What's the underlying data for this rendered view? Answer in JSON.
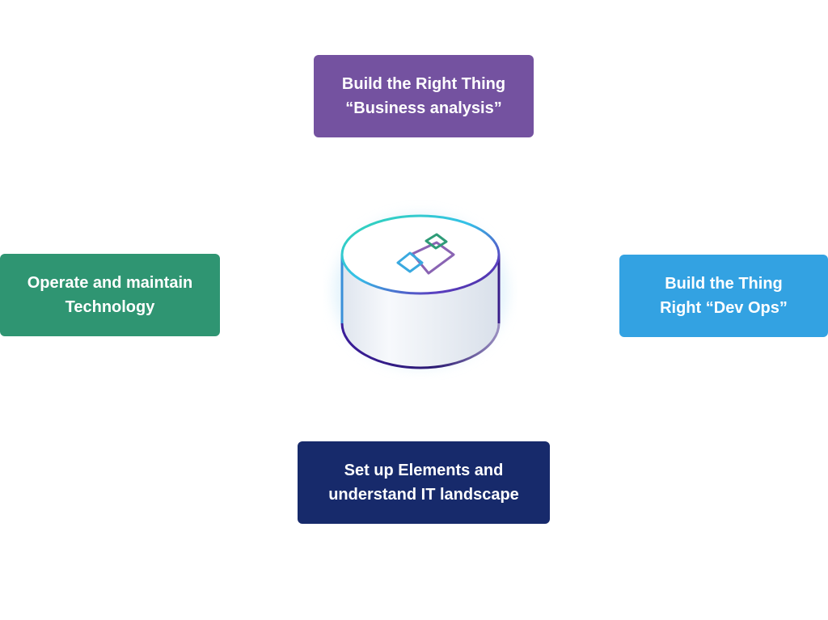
{
  "diagram": {
    "center": {
      "icon": "overlapping-squares-icon"
    },
    "nodes": [
      {
        "id": "top",
        "lines": [
          "Build the Right Thing",
          "“Business analysis”"
        ],
        "color": "#7452a0"
      },
      {
        "id": "left",
        "lines": [
          "Operate and maintain",
          "Technology"
        ],
        "color": "#2f9572"
      },
      {
        "id": "right",
        "lines": [
          "Build the Thing",
          "Right “Dev Ops”"
        ],
        "color": "#33a2e2"
      },
      {
        "id": "bottom",
        "lines": [
          "Set up Elements and",
          "understand IT landscape"
        ],
        "color": "#172a6b"
      }
    ]
  }
}
